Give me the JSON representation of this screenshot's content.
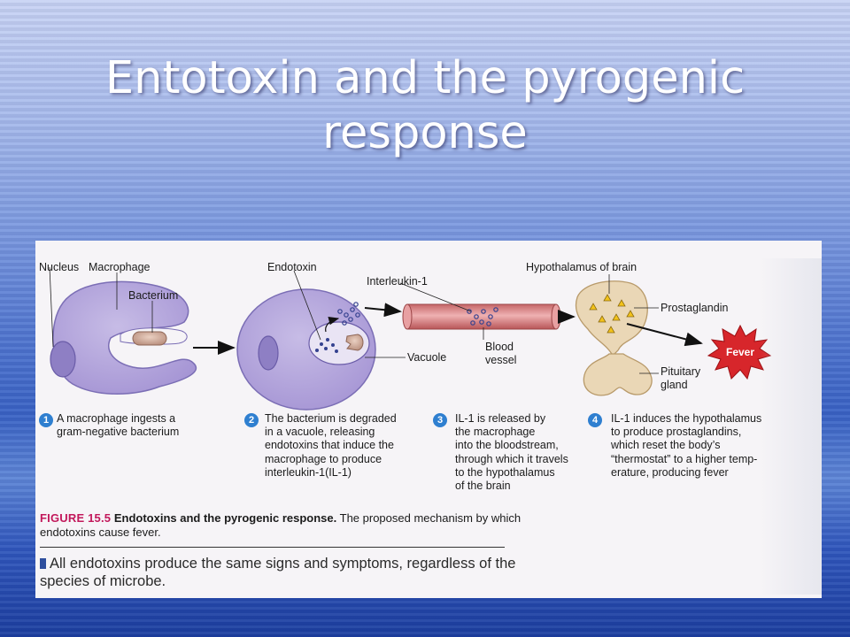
{
  "slide": {
    "title": "Entotoxin and the pyrogenic response"
  },
  "figure": {
    "labels": {
      "nucleus": "Nucleus",
      "macrophage": "Macrophage",
      "bacterium": "Bacterium",
      "endotoxin": "Endotoxin",
      "interleukin": "Interleukin-1",
      "vacuole": "Vacuole",
      "blood_line1": "Blood",
      "blood_line2": "vessel",
      "hypothalamus": "Hypothalamus of brain",
      "prostaglandin": "Prostaglandin",
      "pituitary_line1": "Pituitary",
      "pituitary_line2": "gland",
      "fever": "Fever"
    },
    "steps": [
      {
        "num": "1",
        "lines": [
          "A macrophage ingests a",
          "gram-negative bacterium"
        ]
      },
      {
        "num": "2",
        "lines": [
          "The bacterium is degraded",
          "in a vacuole, releasing",
          "endotoxins that induce the",
          "macrophage to produce",
          "interleukin-1(IL-1)"
        ]
      },
      {
        "num": "3",
        "lines": [
          "IL-1 is released by",
          "the macrophage",
          "into the bloodstream,",
          "through which it travels",
          "to the hypothalamus",
          "of the brain"
        ]
      },
      {
        "num": "4",
        "lines": [
          "IL-1 induces the hypothalamus",
          "to produce prostaglandins,",
          "which reset the body’s",
          "“thermostat” to a higher temp-",
          "erature, producing fever"
        ]
      }
    ],
    "caption": {
      "label": "FIGURE 15.5",
      "heading": "Endotoxins and the pyrogenic response.",
      "text": "The proposed mechanism by which endotoxins cause fever."
    },
    "summary": "All endotoxins produce the same signs and symptoms, regardless of the species of microbe.",
    "colors": {
      "cell": "#b7a8dc",
      "cell_edge": "#7b6eb5",
      "bacterium": "#c9a493",
      "vessel": "#d98a8c",
      "brain": "#ead7b6",
      "fever": "#d7262b",
      "step_badge": "#2f7fd0",
      "figure_label": "#c2185b"
    }
  }
}
